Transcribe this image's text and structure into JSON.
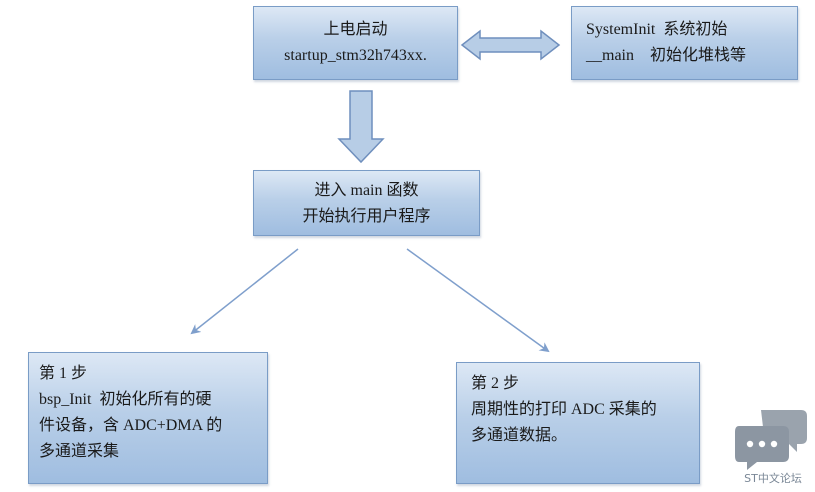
{
  "nodes": {
    "power_on": {
      "lines": [
        "上电启动",
        "startup_stm32h743xx."
      ]
    },
    "system_init": {
      "lines": [
        "SystemInit  系统初始",
        "__main    初始化堆栈等"
      ]
    },
    "enter_main": {
      "lines": [
        "进入 main 函数",
        "开始执行用户程序"
      ]
    },
    "step1": {
      "lines": [
        "第 1 步",
        "bsp_Init  初始化所有的硬",
        "件设备，含 ADC+DMA 的",
        "多通道采集"
      ]
    },
    "step2": {
      "lines": [
        "第 2 步",
        "周期性的打印 ADC 采集的",
        "多通道数据。"
      ]
    }
  },
  "watermark": {
    "text": "ST中文论坛",
    "icon": "chat-bubbles-icon"
  },
  "colors": {
    "box_border": "#7a9cc6",
    "box_fill_top": "#dde8f5",
    "box_fill_bottom": "#9fbde0",
    "arrow_fill": "#b7cde6",
    "arrow_stroke": "#6f8fbd",
    "line_arrow": "#7f9fcc",
    "logo": "#8c96a2"
  }
}
